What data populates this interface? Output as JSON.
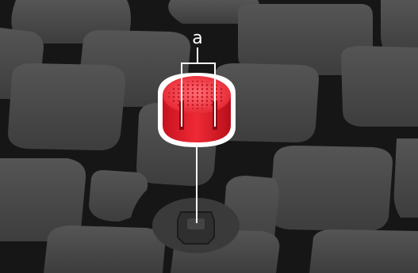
{
  "diagram": {
    "callouts": [
      {
        "id": "a",
        "label": "a",
        "target": "trackpoint-cap-posts"
      }
    ],
    "parts": {
      "trackpoint_cap": {
        "color": "#e8232f",
        "highlight": "#ff5560",
        "shadow": "#b0101b"
      },
      "trackpoint_stem": {
        "color": "#3a3a3a"
      },
      "keyboard_keys": {
        "color": "#474747",
        "edge": "#2a2a2a",
        "gap": "#151515"
      }
    }
  }
}
